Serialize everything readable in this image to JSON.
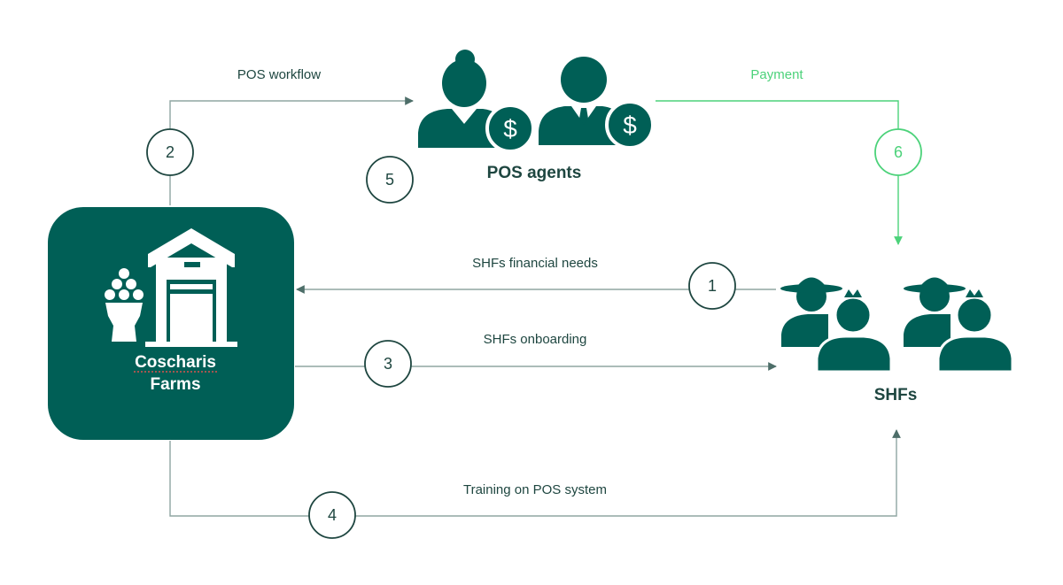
{
  "colors": {
    "primary": "#005f56",
    "payment": "#4cd27a",
    "line": "#8fa5a2",
    "text": "#1e4640",
    "underline": "#d9534f"
  },
  "nodes": {
    "farms": {
      "line1": "Coscharis",
      "line2": "Farms"
    },
    "pos_agents": {
      "label": "POS agents"
    },
    "shfs": {
      "label": "SHFs"
    }
  },
  "flows": {
    "pos_workflow": {
      "label": "POS workflow",
      "step": "2"
    },
    "pos_agents_step": {
      "step": "5"
    },
    "payment": {
      "label": "Payment",
      "step": "6"
    },
    "financial_needs": {
      "label": "SHFs financial needs",
      "step": "1"
    },
    "onboarding": {
      "label": "SHFs onboarding",
      "step": "3"
    },
    "training": {
      "label": "Training on POS system",
      "step": "4"
    }
  },
  "icons": [
    "warehouse-icon",
    "grain-sack-icon",
    "female-agent-icon",
    "male-agent-icon",
    "dollar-icon",
    "farmer-group-icon"
  ]
}
